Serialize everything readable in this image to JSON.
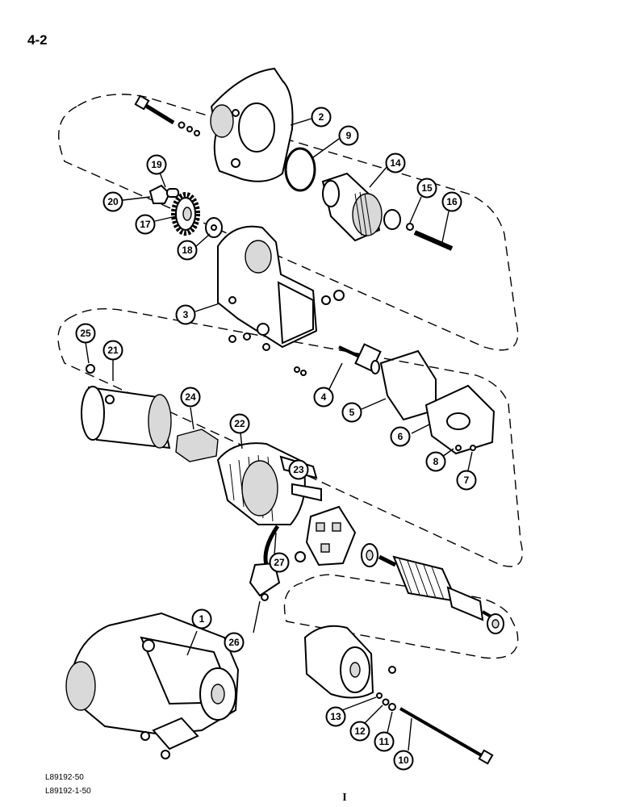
{
  "page_number": "4-2",
  "reference_codes": [
    "L89192-50",
    "L89192-1-50"
  ],
  "footer_mark": "I",
  "callouts": [
    {
      "id": "c1",
      "label": "1"
    },
    {
      "id": "c2",
      "label": "2"
    },
    {
      "id": "c3",
      "label": "3"
    },
    {
      "id": "c4",
      "label": "4"
    },
    {
      "id": "c5",
      "label": "5"
    },
    {
      "id": "c6",
      "label": "6"
    },
    {
      "id": "c7",
      "label": "7"
    },
    {
      "id": "c8",
      "label": "8"
    },
    {
      "id": "c9",
      "label": "9"
    },
    {
      "id": "c10",
      "label": "10"
    },
    {
      "id": "c11",
      "label": "11"
    },
    {
      "id": "c12",
      "label": "12"
    },
    {
      "id": "c13",
      "label": "13"
    },
    {
      "id": "c14",
      "label": "14"
    },
    {
      "id": "c15",
      "label": "15"
    },
    {
      "id": "c16",
      "label": "16"
    },
    {
      "id": "c17",
      "label": "17"
    },
    {
      "id": "c18",
      "label": "18"
    },
    {
      "id": "c19",
      "label": "19"
    },
    {
      "id": "c20",
      "label": "20"
    },
    {
      "id": "c21",
      "label": "21"
    },
    {
      "id": "c22",
      "label": "22"
    },
    {
      "id": "c23",
      "label": "23"
    },
    {
      "id": "c24",
      "label": "24"
    },
    {
      "id": "c25",
      "label": "25"
    },
    {
      "id": "c26",
      "label": "26"
    },
    {
      "id": "c27",
      "label": "27"
    }
  ]
}
